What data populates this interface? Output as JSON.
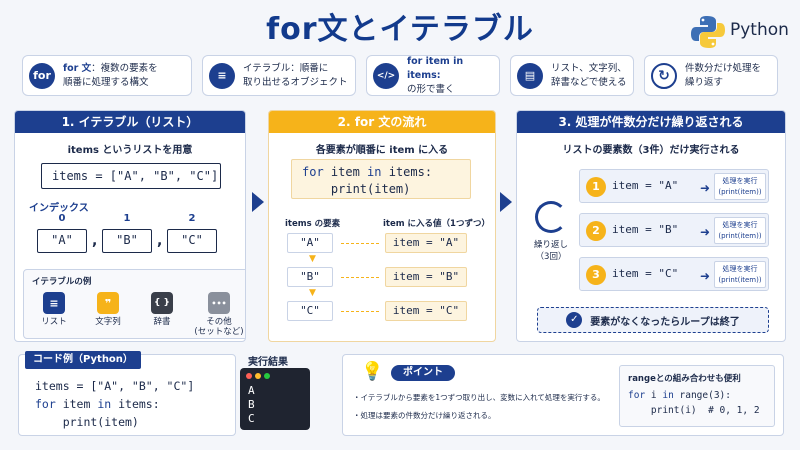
{
  "title": "for文とイテラブル",
  "brand": "Python",
  "summary": [
    {
      "icon": "for",
      "bold": "for 文",
      "rest": "：複数の要素を",
      "line2": "順番に処理する構文"
    },
    {
      "icon": "≡",
      "bold": "",
      "rest": "イテラブル：順番に",
      "line2": "取り出せるオブジェクト"
    },
    {
      "icon": "</>",
      "bold": "for item in items:",
      "rest": "",
      "line2": "の形で書く"
    },
    {
      "icon": "▤",
      "bold": "",
      "rest": "リスト、文字列、",
      "line2": "辞書などで使える"
    },
    {
      "icon": "↻",
      "bold": "",
      "rest": "件数分だけ処理を",
      "line2": "繰り返す"
    }
  ],
  "panel1": {
    "head": "1. イテラブル（リスト）",
    "sub": "items というリストを用意",
    "code": "items = [\"A\", \"B\", \"C\"]",
    "index_label": "インデックス",
    "indices": [
      "0",
      "1",
      "2"
    ],
    "elements": [
      "\"A\"",
      "\"B\"",
      "\"C\""
    ],
    "comma": ",",
    "examples_title": "イテラブルの例",
    "examples": [
      {
        "glyph": "≡",
        "label": "リスト",
        "color": "#1d3f8f"
      },
      {
        "glyph": "❞",
        "label": "文字列",
        "color": "#f6b31a"
      },
      {
        "glyph": "{ }",
        "label": "辞書",
        "color": "#3a3f4a"
      },
      {
        "glyph": "•••",
        "label": "その他",
        "label2": "(セットなど)",
        "color": "#8a909c"
      }
    ]
  },
  "panel2": {
    "head": "2. for 文の流れ",
    "sub": "各要素が順番に item に入る",
    "code_kw1": "for",
    "code_mid": " item ",
    "code_kw2": "in",
    "code_end": " items:",
    "code_line2": "    print(item)",
    "left_head": "items の要素",
    "right_head": "item に入る値（1つずつ）",
    "items": [
      "\"A\"",
      "\"B\"",
      "\"C\""
    ],
    "values": [
      "item = \"A\"",
      "item = \"B\"",
      "item = \"C\""
    ]
  },
  "panel3": {
    "head": "3. 処理が件数分だけ繰り返される",
    "sub": "リストの要素数（3件）だけ実行される",
    "loop_label": "繰り返し",
    "loop_count": "（3回）",
    "rows": [
      {
        "num": "1",
        "text": "item = \"A\"",
        "proc": "処理を実行",
        "proc2": "(print(item))"
      },
      {
        "num": "2",
        "text": "item = \"B\"",
        "proc": "処理を実行",
        "proc2": "(print(item))"
      },
      {
        "num": "3",
        "text": "item = \"C\"",
        "proc": "処理を実行",
        "proc2": "(print(item))"
      }
    ],
    "footer": "要素がなくなったらループは終了"
  },
  "code_example": {
    "title": "コード例（Python）",
    "line1": "items = [\"A\", \"B\", \"C\"]",
    "kw_for": "for",
    "mid": " item ",
    "kw_in": "in",
    "end": " items:",
    "line3": "    print(item)"
  },
  "result": {
    "title": "実行結果",
    "lines": [
      "A",
      "B",
      "C"
    ]
  },
  "point": {
    "title": "ポイント",
    "bullets": [
      "・イテラブルから要素を1つずつ取り出し、変数に入れて処理を実行する。",
      "・処理は要素の件数分だけ繰り返される。"
    ],
    "range_title": "rangeとの組み合わせも便利",
    "range_kw1": "for",
    "range_mid": " i ",
    "range_kw2": "in",
    "range_end": " range(3):",
    "range_line2": "    print(i)  # 0, 1, 2"
  },
  "colors": {
    "primary": "#1d3f8f",
    "accent": "#f6b31a"
  }
}
